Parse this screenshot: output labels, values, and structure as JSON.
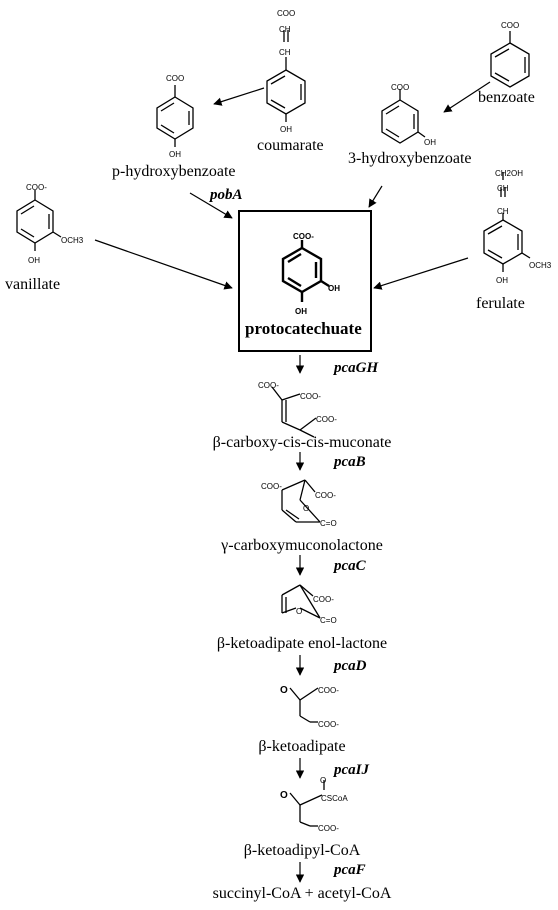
{
  "compounds": {
    "coumarate": "coumarate",
    "p_hydroxybenzoate": "p-hydroxybenzoate",
    "benzoate": "benzoate",
    "three_hydroxybenzoate": "3-hydroxybenzoate",
    "vanillate": "vanillate",
    "ferulate": "ferulate",
    "protocatechuate": "protocatechuate",
    "carboxy_muconate": "β-carboxy-cis-cis-muconate",
    "carboxymuconolactone": "γ-carboxymuconolactone",
    "enol_lactone": "β-ketoadipate enol-lactone",
    "ketoadipate": "β-ketoadipate",
    "ketoadipyl_coa": "β-ketoadipyl-CoA",
    "final_products": "succinyl-CoA + acetyl-CoA"
  },
  "enzymes": {
    "pobA": "pobA",
    "pcaGH": "pcaGH",
    "pcaB": "pcaB",
    "pcaC": "pcaC",
    "pcaD": "pcaD",
    "pcaIJ": "pcaIJ",
    "pcaF": "pcaF"
  },
  "structure_labels": {
    "coo": "COO",
    "coo_minus": "COO-",
    "ch": "CH",
    "oh": "OH",
    "och3": "OCH3",
    "ch2oh": "CH2OH",
    "c_eq_o": "C=O",
    "o": "O",
    "cscoa": "CSCoA"
  }
}
